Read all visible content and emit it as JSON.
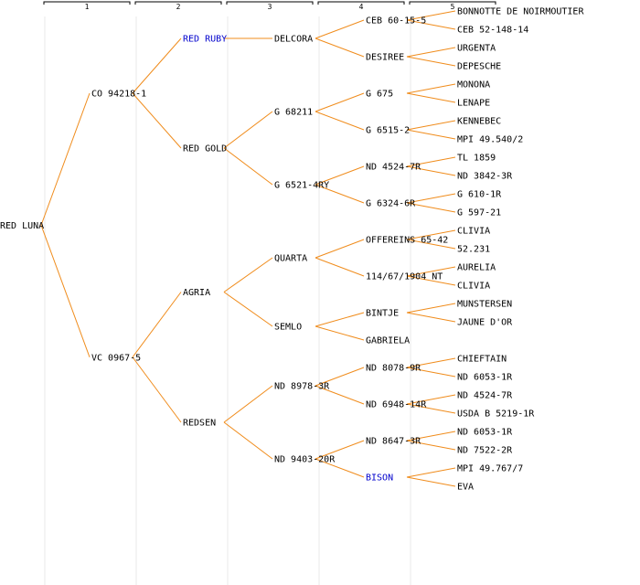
{
  "colors": {
    "line": "#f08c1c",
    "text": "#000000",
    "link": "#0000cc",
    "header": "#000000",
    "guide": "#e8e8e8"
  },
  "generations": [
    "1",
    "2",
    "3",
    "4",
    "5"
  ],
  "pedigree": {
    "root": "RED LUNA",
    "nodes": [
      {
        "id": "co94218",
        "label": "CO 94218-1",
        "gen": 1,
        "parent": "root"
      },
      {
        "id": "vc0967",
        "label": "VC 0967-5",
        "gen": 1,
        "parent": "root"
      },
      {
        "id": "redruby",
        "label": "RED RUBY",
        "gen": 2,
        "parent": "co94218",
        "link": true
      },
      {
        "id": "redgold",
        "label": "RED GOLD",
        "gen": 2,
        "parent": "co94218"
      },
      {
        "id": "agria",
        "label": "AGRIA",
        "gen": 2,
        "parent": "vc0967"
      },
      {
        "id": "redsen",
        "label": "REDSEN",
        "gen": 2,
        "parent": "vc0967"
      },
      {
        "id": "delcora",
        "label": "DELCORA",
        "gen": 3,
        "parent": "redruby"
      },
      {
        "id": "g68211",
        "label": "G 68211",
        "gen": 3,
        "parent": "redgold"
      },
      {
        "id": "g6521",
        "label": "G 6521-4RY",
        "gen": 3,
        "parent": "redgold"
      },
      {
        "id": "quarta",
        "label": "QUARTA",
        "gen": 3,
        "parent": "agria"
      },
      {
        "id": "semlo",
        "label": "SEMLO",
        "gen": 3,
        "parent": "agria"
      },
      {
        "id": "nd8978",
        "label": "ND 8978-3R",
        "gen": 3,
        "parent": "redsen"
      },
      {
        "id": "nd9403",
        "label": "ND 9403-20R",
        "gen": 3,
        "parent": "redsen"
      },
      {
        "id": "ceb6015",
        "label": "CEB 60-15-5",
        "gen": 4,
        "parent": "delcora"
      },
      {
        "id": "desiree",
        "label": "DESIREE",
        "gen": 4,
        "parent": "delcora"
      },
      {
        "id": "g675",
        "label": "G 675",
        "gen": 4,
        "parent": "g68211"
      },
      {
        "id": "g6515",
        "label": "G 6515-2",
        "gen": 4,
        "parent": "g68211"
      },
      {
        "id": "nd4524a",
        "label": "ND 4524-7R",
        "gen": 4,
        "parent": "g6521"
      },
      {
        "id": "g6324",
        "label": "G 6324-6R",
        "gen": 4,
        "parent": "g6521"
      },
      {
        "id": "offereins",
        "label": "OFFEREINS 65-42",
        "gen": 4,
        "parent": "quarta"
      },
      {
        "id": "n114",
        "label": "114/67/1904 NT",
        "gen": 4,
        "parent": "quarta"
      },
      {
        "id": "bintje",
        "label": "BINTJE",
        "gen": 4,
        "parent": "semlo"
      },
      {
        "id": "gabriela",
        "label": "GABRIELA",
        "gen": 4,
        "parent": "semlo"
      },
      {
        "id": "nd8078",
        "label": "ND 8078-9R",
        "gen": 4,
        "parent": "nd8978"
      },
      {
        "id": "nd6948",
        "label": "ND 6948-14R",
        "gen": 4,
        "parent": "nd8978"
      },
      {
        "id": "nd8647",
        "label": "ND 8647-3R",
        "gen": 4,
        "parent": "nd9403"
      },
      {
        "id": "bison",
        "label": "BISON",
        "gen": 4,
        "parent": "nd9403",
        "link": true
      },
      {
        "id": "bonnotte",
        "label": "BONNOTTE DE NOIRMOUTIER",
        "gen": 5,
        "parent": "ceb6015"
      },
      {
        "id": "ceb52",
        "label": "CEB 52-148-14",
        "gen": 5,
        "parent": "ceb6015"
      },
      {
        "id": "urgenta",
        "label": "URGENTA",
        "gen": 5,
        "parent": "desiree"
      },
      {
        "id": "depesche",
        "label": "DEPESCHE",
        "gen": 5,
        "parent": "desiree"
      },
      {
        "id": "monona",
        "label": "MONONA",
        "gen": 5,
        "parent": "g675"
      },
      {
        "id": "lenape",
        "label": "LENAPE",
        "gen": 5,
        "parent": "g675"
      },
      {
        "id": "kennebec",
        "label": "KENNEBEC",
        "gen": 5,
        "parent": "g6515"
      },
      {
        "id": "mpi49540",
        "label": "MPI 49.540/2",
        "gen": 5,
        "parent": "g6515"
      },
      {
        "id": "tl1859",
        "label": "TL 1859",
        "gen": 5,
        "parent": "nd4524a"
      },
      {
        "id": "nd3842",
        "label": "ND 3842-3R",
        "gen": 5,
        "parent": "nd4524a"
      },
      {
        "id": "g610",
        "label": "G 610-1R",
        "gen": 5,
        "parent": "g6324"
      },
      {
        "id": "g597",
        "label": "G 597-21",
        "gen": 5,
        "parent": "g6324"
      },
      {
        "id": "clivia1",
        "label": "CLIVIA",
        "gen": 5,
        "parent": "offereins"
      },
      {
        "id": "n52231",
        "label": "52.231",
        "gen": 5,
        "parent": "offereins"
      },
      {
        "id": "aurelia",
        "label": "AURELIA",
        "gen": 5,
        "parent": "n114"
      },
      {
        "id": "clivia2",
        "label": "CLIVIA",
        "gen": 5,
        "parent": "n114"
      },
      {
        "id": "munstersen",
        "label": "MUNSTERSEN",
        "gen": 5,
        "parent": "bintje"
      },
      {
        "id": "jaunedor",
        "label": "JAUNE D'OR",
        "gen": 5,
        "parent": "bintje"
      },
      {
        "id": "chieftain",
        "label": "CHIEFTAIN",
        "gen": 5,
        "parent": "nd8078"
      },
      {
        "id": "nd6053a",
        "label": "ND 6053-1R",
        "gen": 5,
        "parent": "nd8078"
      },
      {
        "id": "nd4524b",
        "label": "ND 4524-7R",
        "gen": 5,
        "parent": "nd6948"
      },
      {
        "id": "usda",
        "label": "USDA B 5219-1R",
        "gen": 5,
        "parent": "nd6948"
      },
      {
        "id": "nd6053b",
        "label": "ND 6053-1R",
        "gen": 5,
        "parent": "nd8647"
      },
      {
        "id": "nd7522",
        "label": "ND 7522-2R",
        "gen": 5,
        "parent": "nd8647"
      },
      {
        "id": "mpi49767",
        "label": "MPI 49.767/7",
        "gen": 5,
        "parent": "bison"
      },
      {
        "id": "eva",
        "label": "EVA",
        "gen": 5,
        "parent": "bison"
      }
    ]
  }
}
